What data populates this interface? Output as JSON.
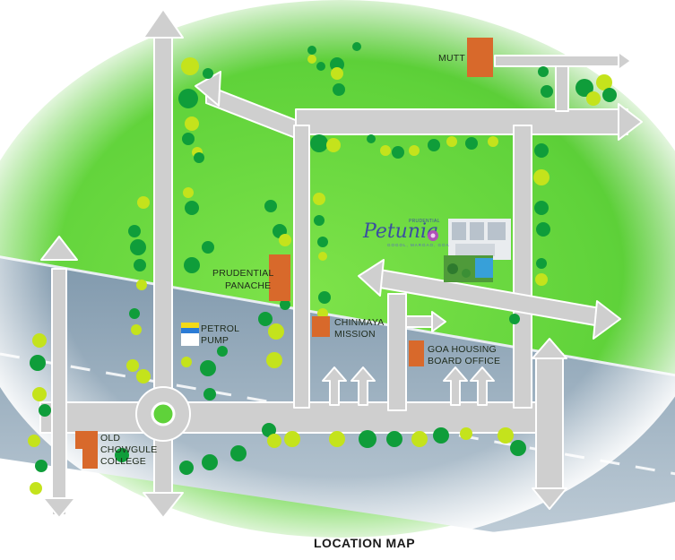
{
  "map": {
    "title": "LOCATION MAP",
    "landmarks": {
      "mutt": "MUTT",
      "prudential_panache_1": "PRUDENTIAL",
      "prudential_panache_2": "PANACHE",
      "petrol_pump_1": "PETROL",
      "petrol_pump_2": "PUMP",
      "chinmaya_mission_1": "CHINMAYA",
      "chinmaya_mission_2": "MISSION",
      "goa_housing_1": "GOA HOUSING",
      "goa_housing_2": "BOARD OFFICE",
      "old_chowgule_1": "OLD",
      "old_chowgule_2": "CHOWGULE",
      "old_chowgule_3": "COLLEGE"
    },
    "project": {
      "brand_top": "PRUDENTIAL",
      "name": "Petunia",
      "tagline": "GOGOL, MARGAO, GOA"
    },
    "colors": {
      "road": "#cfcfcf",
      "grass": "#5fd23a",
      "landmark": "#d8692b",
      "tree_light": "#c4e31c",
      "tree_dark": "#0f9d3a",
      "highway": "#8ea6b8"
    }
  }
}
